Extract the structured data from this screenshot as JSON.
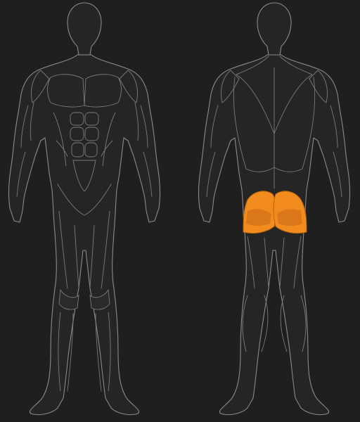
{
  "figures": [
    {
      "view": "front",
      "highlighted": []
    },
    {
      "view": "back",
      "highlighted": [
        "gluteus"
      ]
    }
  ],
  "colors": {
    "background": "#1f1f1f",
    "outline": "#8a8a8a",
    "body_fill": "#252525",
    "highlight": "#f28c1e",
    "highlight_stroke": "#b8620c"
  }
}
